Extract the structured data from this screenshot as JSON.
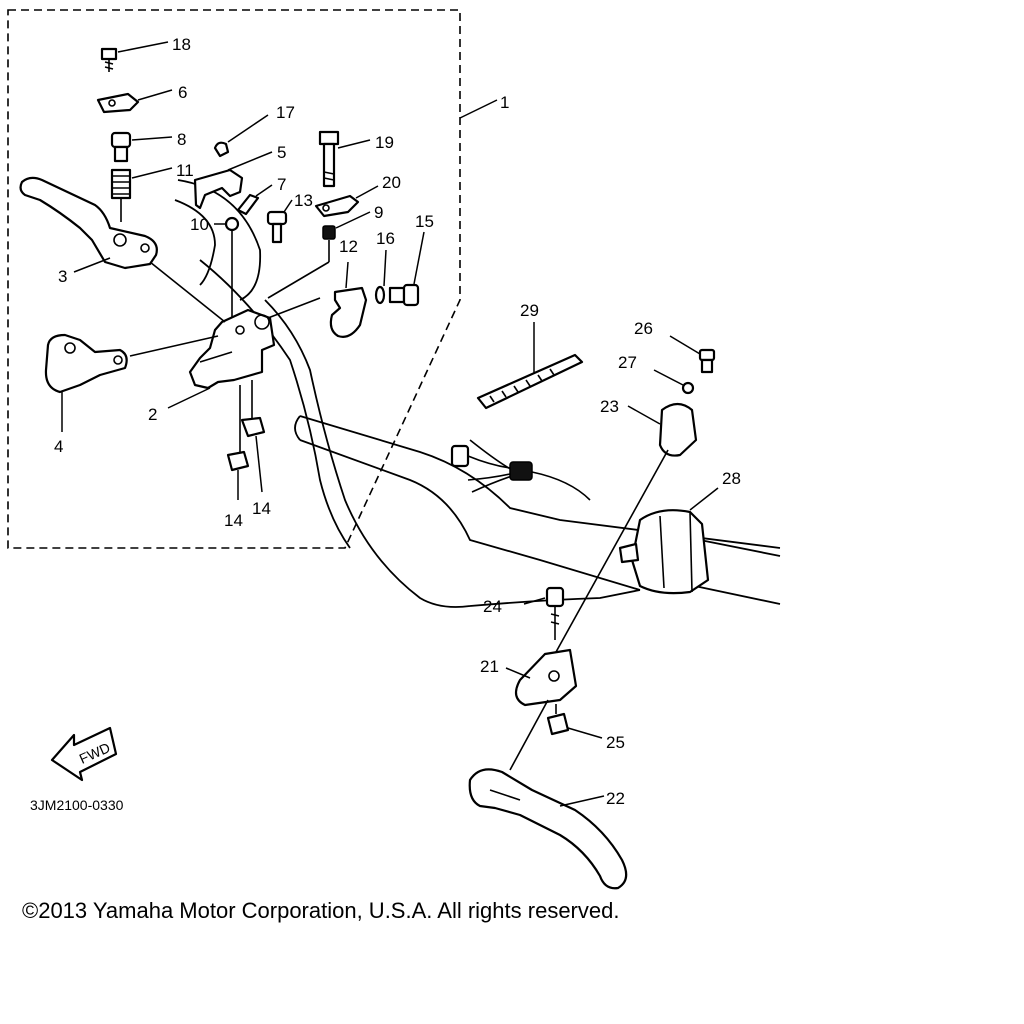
{
  "diagram": {
    "part_numbers": [
      "1",
      "2",
      "3",
      "4",
      "5",
      "6",
      "7",
      "8",
      "9",
      "10",
      "11",
      "12",
      "13",
      "14",
      "14",
      "15",
      "16",
      "17",
      "18",
      "19",
      "20",
      "21",
      "22",
      "23",
      "24",
      "25",
      "26",
      "27",
      "28",
      "29"
    ],
    "fwd_label": "FWD",
    "drawing_code": "3JM2100-0330"
  },
  "footer": {
    "copyright": "©2013 Yamaha Motor Corporation, U.S.A. All rights reserved."
  }
}
